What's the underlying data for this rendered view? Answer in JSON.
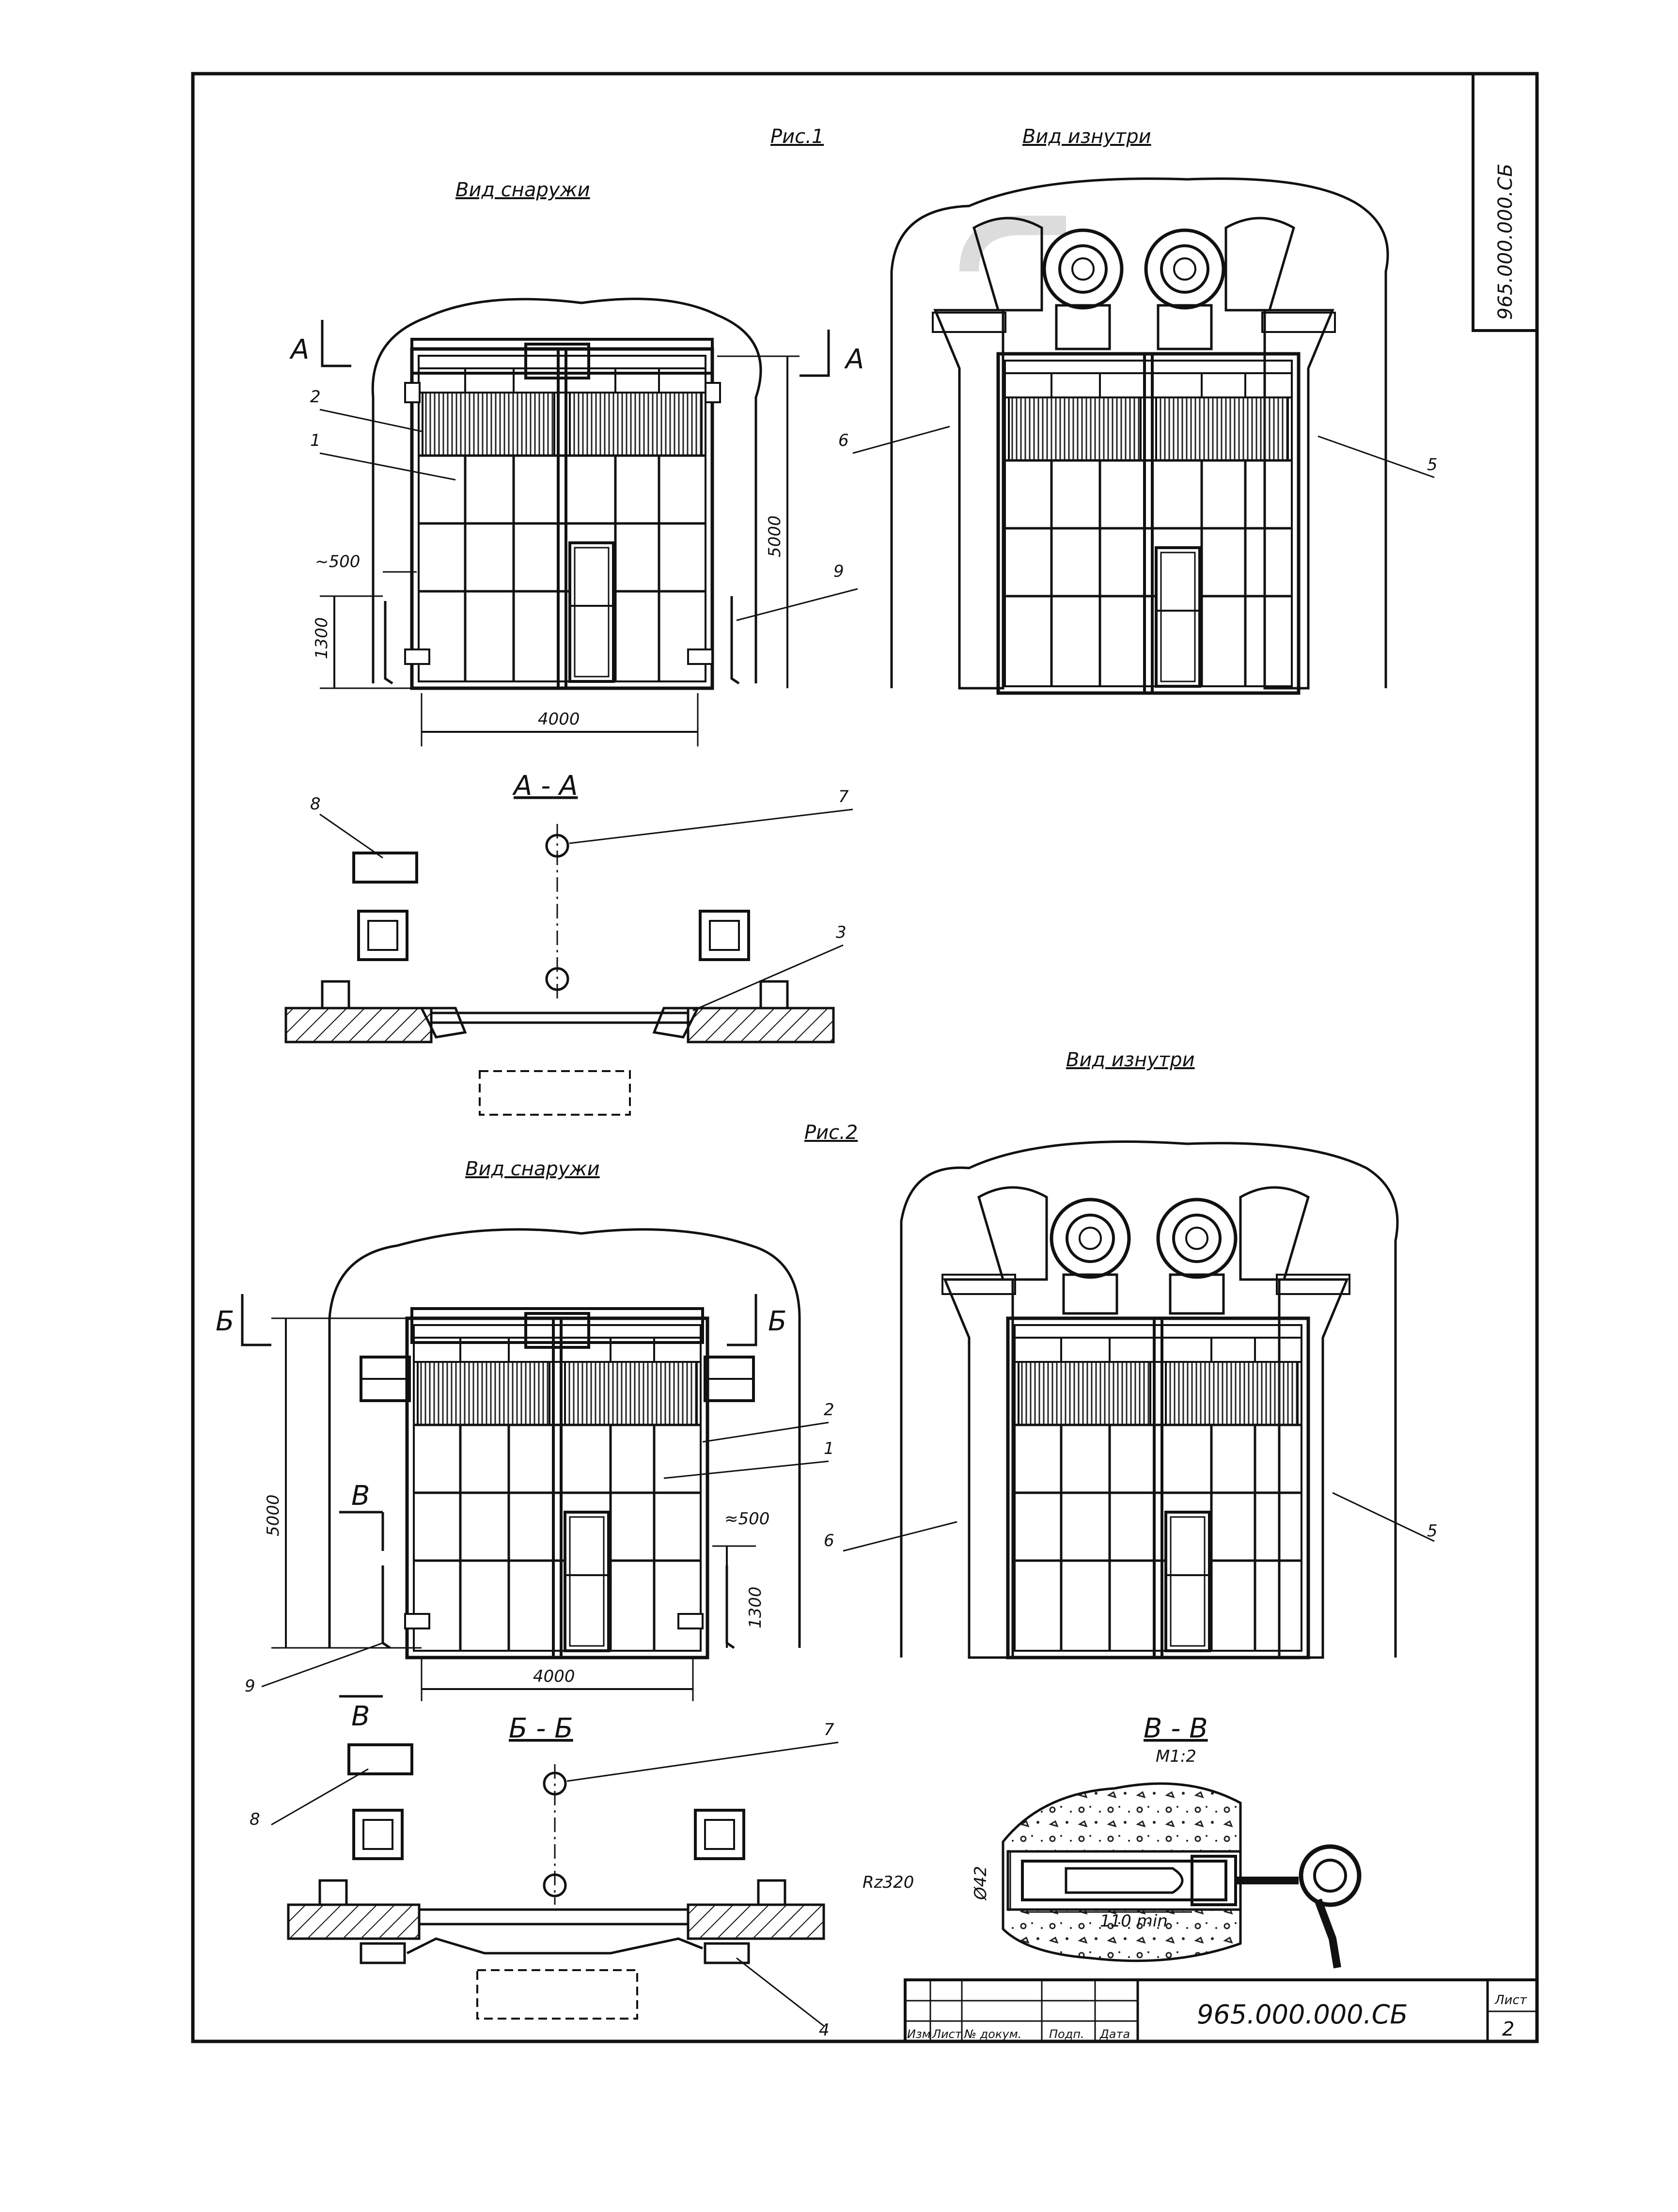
{
  "stamp": {
    "code": "965.000.000.СБ"
  },
  "fig1": {
    "title": "Рис.1",
    "view_outside": "Вид снаружи",
    "view_inside": "Вид изнутри",
    "section_letter": "А",
    "section_title": "А - А",
    "dims": {
      "width": "4000",
      "height": "5000",
      "side_offset": "~500",
      "bar_height": "1300"
    },
    "callouts": {
      "n1": "1",
      "n2": "2",
      "n3": "3",
      "n5": "5",
      "n6": "6",
      "n7": "7",
      "n8": "8",
      "n9": "9"
    }
  },
  "fig2": {
    "title": "Рис.2",
    "view_outside": "Вид снаружи",
    "view_inside": "Вид изнутри",
    "section_letter": "Б",
    "section_title": "Б - Б",
    "detail_letter": "В",
    "detail_title": "В - В",
    "detail_scale": "М1:2",
    "detail_roughness": "Rz320",
    "detail_diameter": "Ø42",
    "detail_depth": "110 min",
    "dims": {
      "width": "4000",
      "height": "5000",
      "side_offset": "≈500",
      "bar_height": "1300"
    },
    "callouts": {
      "n1": "1",
      "n2": "2",
      "n4": "4",
      "n5": "5",
      "n6": "6",
      "n7": "7",
      "n8": "8",
      "n9": "9"
    }
  },
  "title_block": {
    "code": "965.000.000.СБ",
    "headers": [
      "Изм",
      "Лист",
      "№ докум.",
      "Подп.",
      "Дата"
    ],
    "sheet_label": "Лист",
    "sheet_number": "2"
  }
}
